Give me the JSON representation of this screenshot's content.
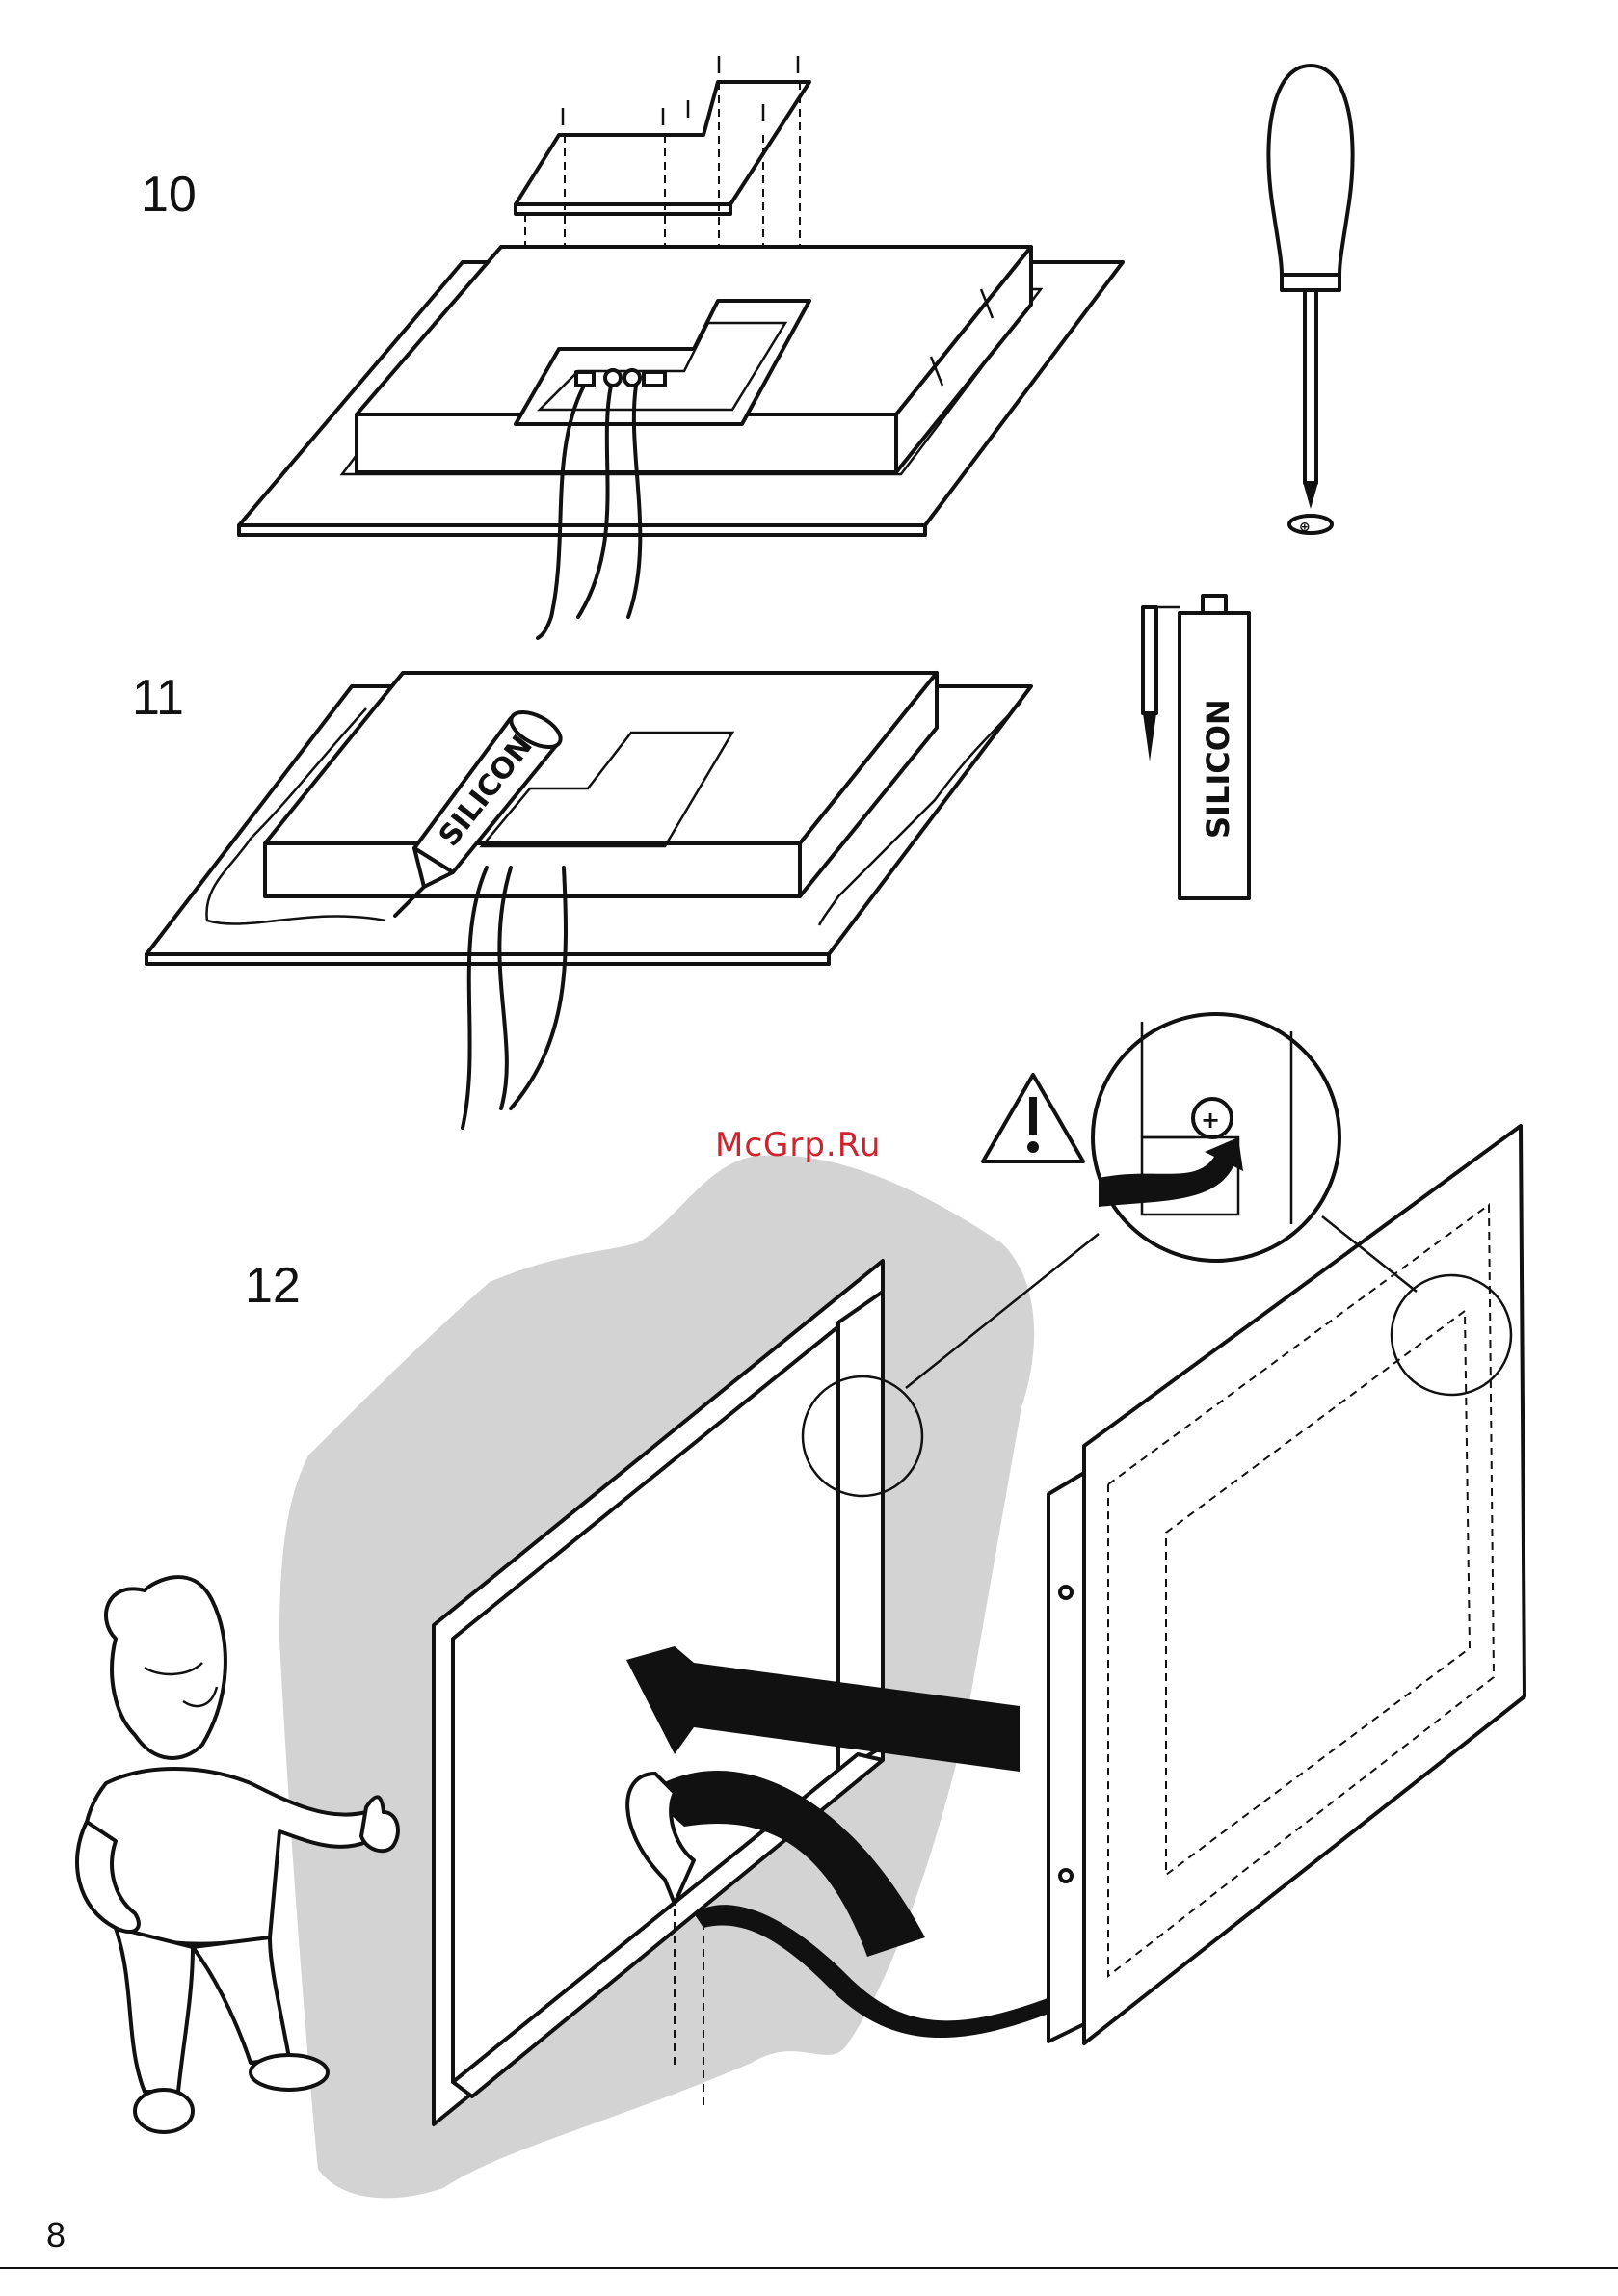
{
  "steps": {
    "step_10": "10",
    "step_11": "11",
    "step_12": "12"
  },
  "tools": {
    "silicone_tube_label": "SILICON",
    "screwdriver_tip_icon": "phillips-icon"
  },
  "warning_icon": "warning-triangle-icon",
  "watermark": "McGrp.Ru",
  "page_number": "8",
  "colors": {
    "ink": "#111111",
    "wall_shadow": "#d3d3d3",
    "watermark": "#d0222c"
  }
}
